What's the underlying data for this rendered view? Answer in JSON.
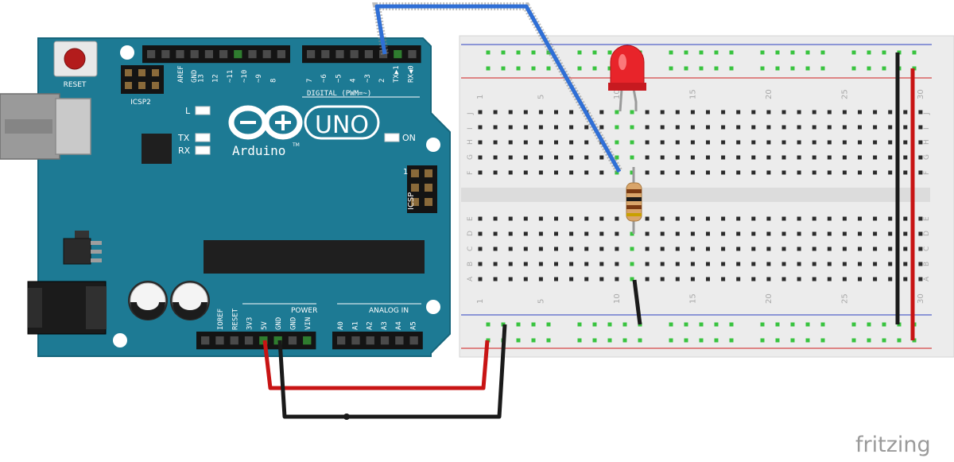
{
  "colors": {
    "board": "#1d7a94",
    "board_edge": "#16667c",
    "breadboard": "#ececec",
    "hole": "#2b2b2b",
    "hole_active": "#39c33f",
    "rail_red": "#d01c1c",
    "rail_blue": "#2b3fbf",
    "wire_red": "#c81414",
    "wire_black": "#1a1a1a",
    "wire_blue": "#2f6fd6",
    "led": "#e8242a",
    "resistor": "#d9a56a"
  },
  "arduino": {
    "reset_label": "RESET",
    "icsp2_label": "ICSP2",
    "icsp_label": "ICSP",
    "icsp_pin1": "1",
    "l_label": "L",
    "tx_label": "TX",
    "rx_label": "RX",
    "on_label": "ON",
    "brand_label": "Arduino",
    "tm_mark": "TM",
    "model_label": "UNO",
    "digital_label": "DIGITAL (PWM=~)",
    "power_label": "POWER",
    "analog_label": "ANALOG IN",
    "digital_pins": [
      "AREF",
      "GND",
      "13",
      "12",
      "~11",
      "~10",
      "~9",
      "8",
      "7",
      "~6",
      "~5",
      "4",
      "~3",
      "2",
      "TX▶1",
      "RX◀0"
    ],
    "power_pins": [
      "IOREF",
      "RESET",
      "3V3",
      "5V",
      "GND",
      "GND",
      "VIN"
    ],
    "analog_pins": [
      "A0",
      "A1",
      "A2",
      "A3",
      "A4",
      "A5"
    ]
  },
  "breadboard": {
    "column_numbers": [
      "1",
      "5",
      "10",
      "15",
      "20",
      "25",
      "30"
    ],
    "rows_top": [
      "J",
      "I",
      "H",
      "G",
      "F"
    ],
    "rows_bottom": [
      "E",
      "D",
      "C",
      "B",
      "A"
    ]
  },
  "footer": {
    "logo": "fritzing"
  }
}
